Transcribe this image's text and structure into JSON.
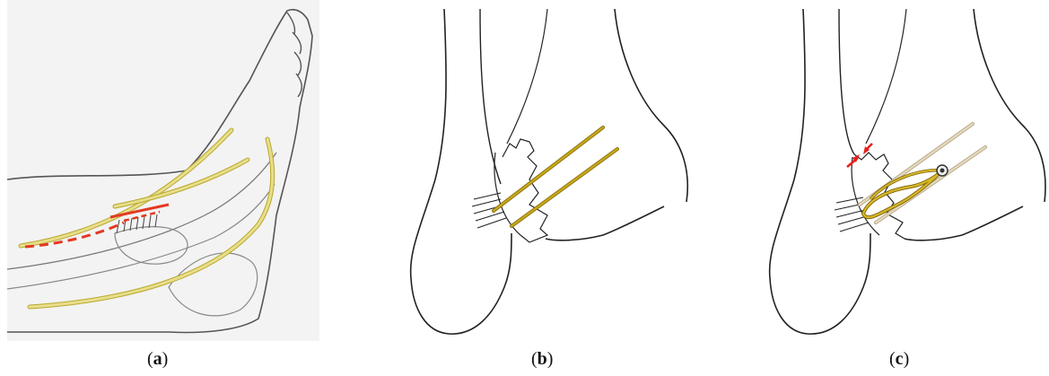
{
  "figure": {
    "panels": [
      {
        "id": "a",
        "caption_open": "(",
        "caption_letter": "a",
        "caption_close": ")"
      },
      {
        "id": "b",
        "caption_open": "(",
        "caption_letter": "b",
        "caption_close": ")"
      },
      {
        "id": "c",
        "caption_open": "(",
        "caption_letter": "c",
        "caption_close": ")"
      }
    ],
    "colors": {
      "nerve": "#e8de8a",
      "nerve_outline": "#b8a830",
      "incision": "#e23a22",
      "bone_line": "#222222",
      "wire_gold": "#c8a818",
      "wire_pale": "#d8c9a8",
      "arrow": "#e8201a",
      "panel_a_bg": "#f3f3f3"
    }
  }
}
